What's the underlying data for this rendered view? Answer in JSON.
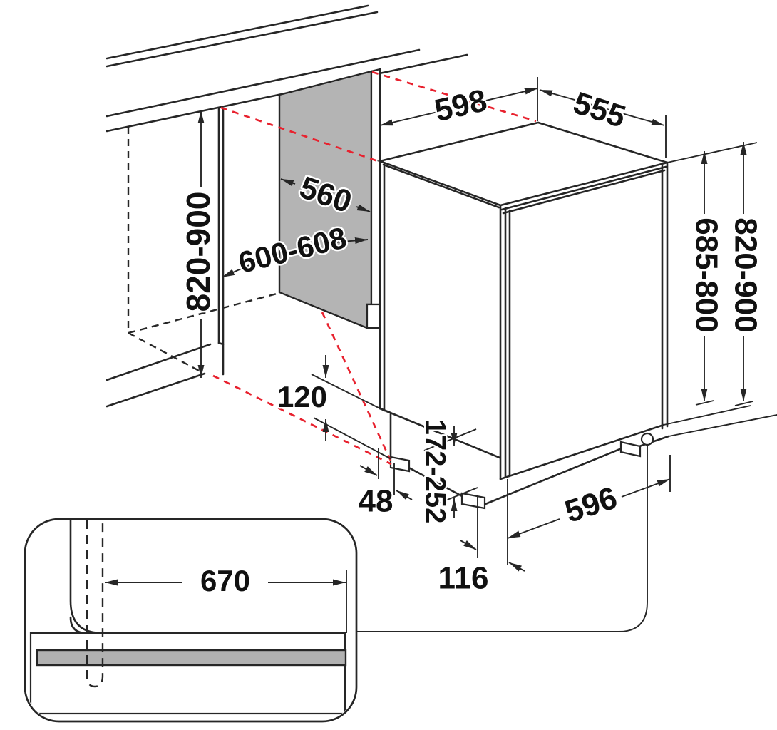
{
  "diagram": {
    "labels": {
      "top_width": "598",
      "top_depth": "555",
      "panel_width": "560",
      "niche_width": "600-608",
      "niche_height_left": "820-900",
      "appliance_height": "685-800",
      "overall_height_right": "820-900",
      "plinth_height": "120",
      "side_clearance": "48",
      "adjustable_feet_range": "172-252",
      "base_depth": "596",
      "door_offset": "116",
      "hose_reach": "670"
    },
    "colors": {
      "line": "#262626",
      "projection_red": "#e8212e",
      "panel_fill": "#b4b4b4",
      "plinth_bar_fill": "#b1b1b1",
      "background": "#ffffff"
    }
  }
}
